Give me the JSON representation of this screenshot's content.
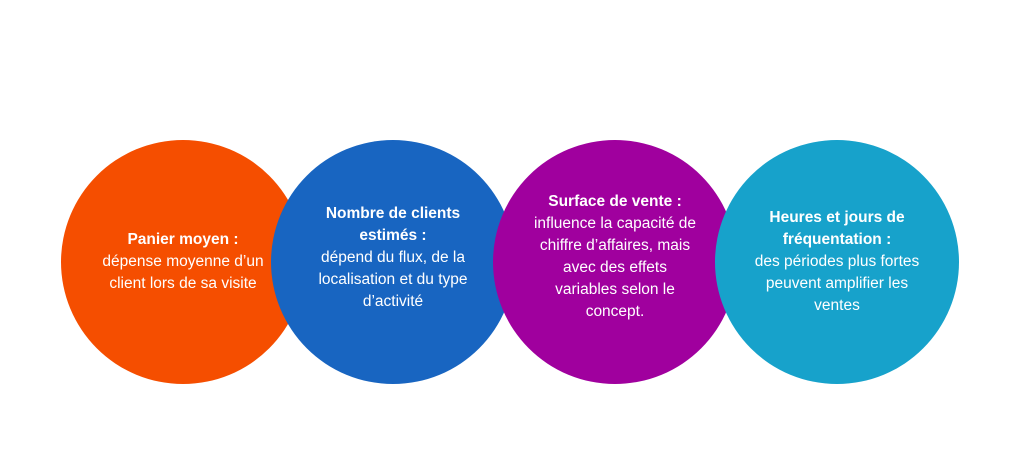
{
  "items": [
    {
      "title": "Panier moyen :",
      "text": "dépense moyenne d’un client lors de sa visite",
      "color": "#F54E00"
    },
    {
      "title": "Nombre de clients estimés :",
      "text": "dépend du flux, de la localisation et du type d’activité",
      "color": "#1865C1"
    },
    {
      "title": "Surface de vente :",
      "text": "influence la capacité de chiffre d’affaires, mais avec des effets variables selon le concept.",
      "color": "#A0009E"
    },
    {
      "title": "Heures et jours de fréquentation :",
      "text": "des périodes plus fortes peuvent amplifier les ventes",
      "color": "#17A2CB"
    }
  ]
}
